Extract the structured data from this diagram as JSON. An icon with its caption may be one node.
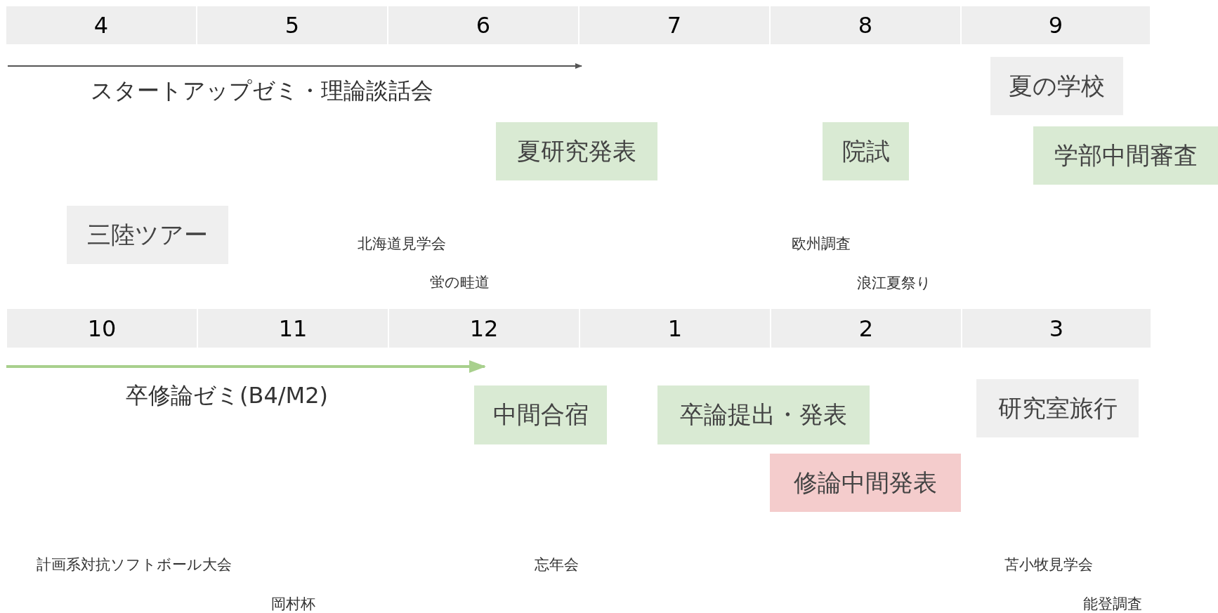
{
  "diagram": {
    "nodes": [
      {
        "text": [
          "4"
        ]
      },
      {
        "text": [
          "5"
        ]
      },
      {
        "text": [
          "6"
        ]
      },
      {
        "text": [
          "7"
        ]
      },
      {
        "text": [
          "8"
        ]
      },
      {
        "text": [
          "9"
        ]
      },
      {
        "text": [
          "夏の学校"
        ]
      },
      {
        "text": [
          "夏研究発表"
        ]
      },
      {
        "text": [
          "院試"
        ]
      },
      {
        "text": [
          "学部中間審査"
        ]
      },
      {
        "text": [
          "三陸ツアー"
        ]
      },
      {
        "text": [
          "10"
        ]
      },
      {
        "text": [
          "11"
        ]
      },
      {
        "text": [
          "12"
        ]
      },
      {
        "text": [
          "1"
        ]
      },
      {
        "text": [
          "2"
        ]
      },
      {
        "text": [
          "3"
        ]
      },
      {
        "text": [
          "中間合宿"
        ]
      },
      {
        "text": [
          "卒論提出・発表"
        ]
      },
      {
        "text": [
          "研究室旅行"
        ]
      },
      {
        "text": [
          "修論中間発表"
        ]
      }
    ],
    "labels": [
      "スタートアップゼミ・理論談話会",
      "北海道見学会",
      "欧州調査",
      "蛍の畦道",
      "浪江夏祭り",
      "卒修論ゼミ(B4/M2)",
      "計画系対抗ソフトボール大会",
      "忘年会",
      "苫小牧見学会",
      "岡村杯",
      "能登調査"
    ]
  }
}
